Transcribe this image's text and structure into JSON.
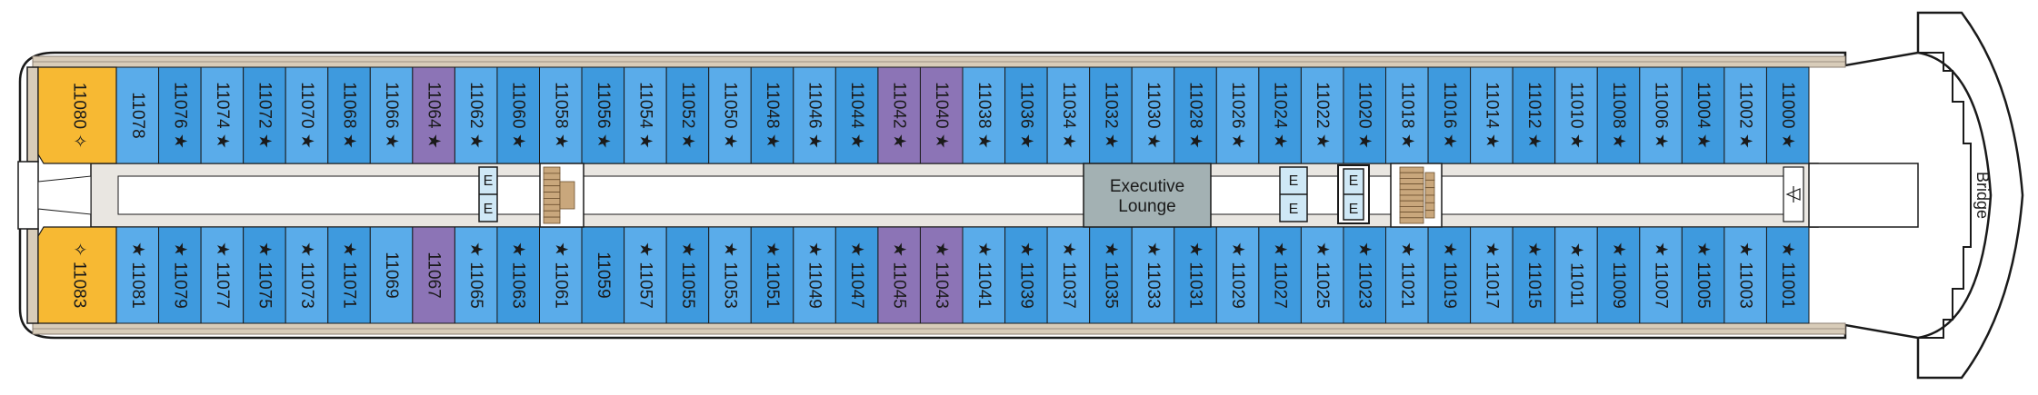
{
  "diagram": {
    "bridge_label": "Bridge",
    "lounge": {
      "line1": "Executive",
      "line2": "Lounge"
    },
    "elevator_label": "E",
    "colors": {
      "cabin_blue": "#3e9ade",
      "cabin_blue_light": "#5aacea",
      "cabin_purple": "#8c74b6",
      "suite_gold": "#f7b933",
      "corridor": "#e9e6e1",
      "lounge_fill": "#a3b1b3",
      "elevator_fill": "#cfe8f6",
      "hull": "#7a6f66",
      "deck_wood": "#d8ccb9",
      "outline": "#1a1a1a"
    },
    "suites": [
      {
        "number": "11080",
        "symbol": "✧",
        "row": "top"
      },
      {
        "number": "11083",
        "symbol": "✧",
        "row": "bottom"
      }
    ],
    "top_cabins": [
      {
        "number": "11078",
        "star": false,
        "color": "blue"
      },
      {
        "number": "11076",
        "star": true,
        "color": "blue"
      },
      {
        "number": "11074",
        "star": true,
        "color": "blue"
      },
      {
        "number": "11072",
        "star": true,
        "color": "blue"
      },
      {
        "number": "11070",
        "star": true,
        "color": "blue"
      },
      {
        "number": "11068",
        "star": true,
        "color": "blue"
      },
      {
        "number": "11066",
        "star": true,
        "color": "blue"
      },
      {
        "number": "11064",
        "star": true,
        "color": "purple"
      },
      {
        "number": "11062",
        "star": true,
        "color": "blue"
      },
      {
        "number": "11060",
        "star": true,
        "color": "blue"
      },
      {
        "number": "11058",
        "star": true,
        "color": "blue"
      },
      {
        "number": "11056",
        "star": true,
        "color": "blue"
      },
      {
        "number": "11054",
        "star": true,
        "color": "blue"
      },
      {
        "number": "11052",
        "star": true,
        "color": "blue"
      },
      {
        "number": "11050",
        "star": true,
        "color": "blue"
      },
      {
        "number": "11048",
        "star": true,
        "color": "blue"
      },
      {
        "number": "11046",
        "star": true,
        "color": "blue"
      },
      {
        "number": "11044",
        "star": true,
        "color": "blue"
      },
      {
        "number": "11042",
        "star": true,
        "color": "purple"
      },
      {
        "number": "11040",
        "star": true,
        "color": "purple"
      },
      {
        "number": "11038",
        "star": true,
        "color": "blue"
      },
      {
        "number": "11036",
        "star": true,
        "color": "blue"
      },
      {
        "number": "11034",
        "star": true,
        "color": "blue"
      },
      {
        "number": "11032",
        "star": true,
        "color": "blue"
      },
      {
        "number": "11030",
        "star": true,
        "color": "blue"
      },
      {
        "number": "11028",
        "star": true,
        "color": "blue"
      },
      {
        "number": "11026",
        "star": true,
        "color": "blue"
      },
      {
        "number": "11024",
        "star": true,
        "color": "blue"
      },
      {
        "number": "11022",
        "star": true,
        "color": "blue"
      },
      {
        "number": "11020",
        "star": true,
        "color": "blue"
      },
      {
        "number": "11018",
        "star": true,
        "color": "blue"
      },
      {
        "number": "11016",
        "star": true,
        "color": "blue"
      },
      {
        "number": "11014",
        "star": true,
        "color": "blue"
      },
      {
        "number": "11012",
        "star": true,
        "color": "blue"
      },
      {
        "number": "11010",
        "star": true,
        "color": "blue"
      },
      {
        "number": "11008",
        "star": true,
        "color": "blue"
      },
      {
        "number": "11006",
        "star": true,
        "color": "blue"
      },
      {
        "number": "11004",
        "star": true,
        "color": "blue"
      },
      {
        "number": "11002",
        "star": true,
        "color": "blue"
      },
      {
        "number": "11000",
        "star": true,
        "color": "blue"
      }
    ],
    "bottom_cabins": [
      {
        "number": "11081",
        "star": true,
        "color": "blue"
      },
      {
        "number": "11079",
        "star": true,
        "color": "blue"
      },
      {
        "number": "11077",
        "star": true,
        "color": "blue"
      },
      {
        "number": "11075",
        "star": true,
        "color": "blue"
      },
      {
        "number": "11073",
        "star": true,
        "color": "blue"
      },
      {
        "number": "11071",
        "star": true,
        "color": "blue"
      },
      {
        "number": "11069",
        "star": false,
        "color": "blue"
      },
      {
        "number": "11067",
        "star": false,
        "color": "purple"
      },
      {
        "number": "11065",
        "star": true,
        "color": "blue"
      },
      {
        "number": "11063",
        "star": true,
        "color": "blue"
      },
      {
        "number": "11061",
        "star": true,
        "color": "blue"
      },
      {
        "number": "11059",
        "star": false,
        "color": "blue"
      },
      {
        "number": "11057",
        "star": true,
        "color": "blue"
      },
      {
        "number": "11055",
        "star": true,
        "color": "blue"
      },
      {
        "number": "11053",
        "star": true,
        "color": "blue"
      },
      {
        "number": "11051",
        "star": true,
        "color": "blue"
      },
      {
        "number": "11049",
        "star": true,
        "color": "blue"
      },
      {
        "number": "11047",
        "star": true,
        "color": "blue"
      },
      {
        "number": "11045",
        "star": true,
        "color": "purple"
      },
      {
        "number": "11043",
        "star": true,
        "color": "purple"
      },
      {
        "number": "11041",
        "star": true,
        "color": "blue"
      },
      {
        "number": "11039",
        "star": true,
        "color": "blue"
      },
      {
        "number": "11037",
        "star": true,
        "color": "blue"
      },
      {
        "number": "11035",
        "star": true,
        "color": "blue"
      },
      {
        "number": "11033",
        "star": true,
        "color": "blue"
      },
      {
        "number": "11031",
        "star": true,
        "color": "blue"
      },
      {
        "number": "11029",
        "star": true,
        "color": "blue"
      },
      {
        "number": "11027",
        "star": true,
        "color": "blue"
      },
      {
        "number": "11025",
        "star": true,
        "color": "blue"
      },
      {
        "number": "11023",
        "star": true,
        "color": "blue"
      },
      {
        "number": "11021",
        "star": true,
        "color": "blue"
      },
      {
        "number": "11019",
        "star": true,
        "color": "blue"
      },
      {
        "number": "11017",
        "star": true,
        "color": "blue"
      },
      {
        "number": "11015",
        "star": true,
        "color": "blue"
      },
      {
        "number": "11011",
        "star": true,
        "color": "blue"
      },
      {
        "number": "11009",
        "star": true,
        "color": "blue"
      },
      {
        "number": "11007",
        "star": true,
        "color": "blue"
      },
      {
        "number": "11005",
        "star": true,
        "color": "blue"
      },
      {
        "number": "11003",
        "star": true,
        "color": "blue"
      },
      {
        "number": "11001",
        "star": true,
        "color": "blue"
      }
    ]
  }
}
